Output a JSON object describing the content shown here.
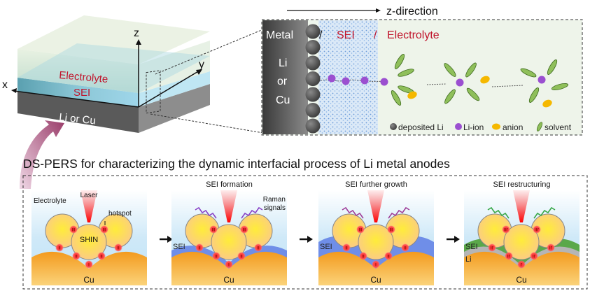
{
  "block": {
    "electrolyte_label": "Electrolyte",
    "sei_label": "SEI",
    "metal_label": "Li or Cu",
    "axis_x": "x",
    "axis_y": "y",
    "axis_z": "z"
  },
  "inset": {
    "direction_label": "z-direction",
    "metal_header": "Metal",
    "metal_lines": [
      "Li",
      "or",
      "Cu"
    ],
    "slash": "/",
    "sei_header": "SEI",
    "electrolyte_header": "Electrolyte",
    "legend": [
      {
        "label": "deposited Li",
        "color": "#555555"
      },
      {
        "label": "Li-ion",
        "color": "#9b4fd0"
      },
      {
        "label": "anion",
        "color": "#f5b800"
      },
      {
        "label": "solvent",
        "color": "#8fbf5a"
      }
    ]
  },
  "title": "DS-PERS for characterizing the dynamic interfacial process of Li metal anodes",
  "panels": [
    {
      "title": "",
      "electrolyte": "Electrolyte",
      "laser": "Laser",
      "hotspot": "hotspot",
      "shin": "SHIN",
      "substrate": "Cu",
      "layer_labels": [],
      "hot_labels": [
        "III",
        "II",
        "I"
      ]
    },
    {
      "title": "SEI formation",
      "raman": [
        "Raman",
        "signals"
      ],
      "substrate": "Cu",
      "layer_labels": [
        "SEI"
      ],
      "hot_labels": [
        "III",
        "II",
        "I"
      ]
    },
    {
      "title": "SEI further growth",
      "substrate": "Cu",
      "layer_labels": [
        "SEI"
      ],
      "hot_labels": [
        "III",
        "II",
        "I"
      ]
    },
    {
      "title": "SEI restructuring",
      "substrate": "Cu",
      "layer_labels": [
        "SEI",
        "Li"
      ],
      "hot_labels": [
        "III'",
        "II'",
        "I'"
      ]
    }
  ],
  "colors": {
    "sei_text": "#c0142b",
    "sei_layer": "#6f8ee8",
    "sei_restructured": "#5aa84a",
    "li_layer": "#b5b5b5",
    "substrate": "#f39a1e",
    "wave_purple": "#8a45c8",
    "wave_green": "#3aa84a"
  }
}
